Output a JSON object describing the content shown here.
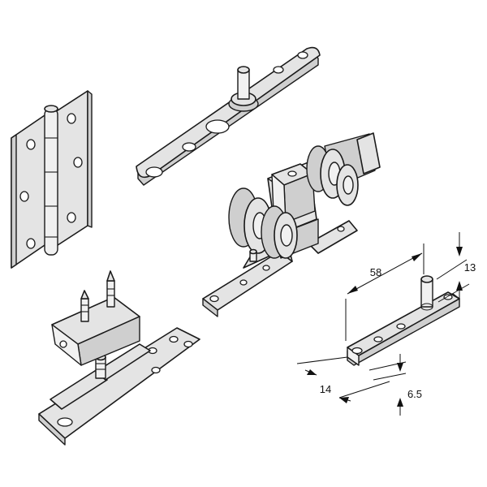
{
  "dimensions": {
    "length": "58",
    "pin_height": "13",
    "width": "14",
    "thickness": "6.5"
  }
}
